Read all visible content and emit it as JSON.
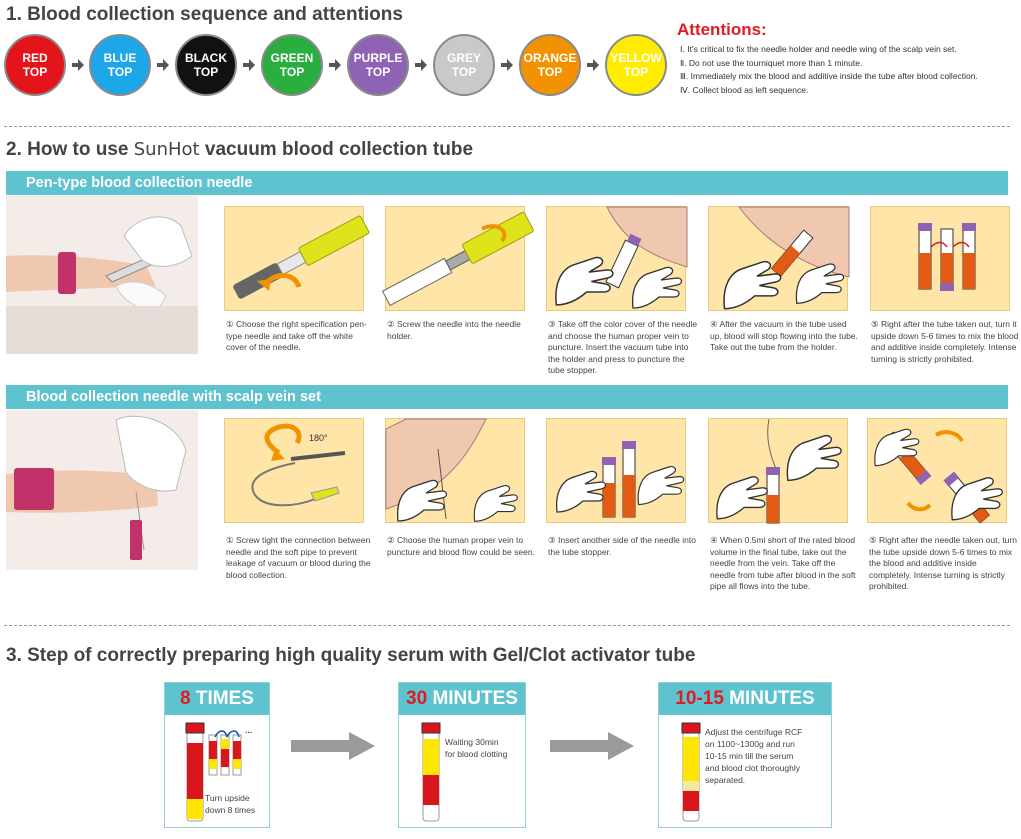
{
  "section1": {
    "title": "1. Blood collection sequence and attentions"
  },
  "tubes": [
    {
      "line1": "RED",
      "line2": "TOP",
      "color": "#e4141b",
      "text_color": "#ffffff"
    },
    {
      "line1": "BLUE",
      "line2": "TOP",
      "color": "#1ea7e8",
      "text_color": "#ffffff"
    },
    {
      "line1": "BLACK",
      "line2": "TOP",
      "color": "#111111",
      "text_color": "#ffffff"
    },
    {
      "line1": "GREEN",
      "line2": "TOP",
      "color": "#2aae3f",
      "text_color": "#ffffff"
    },
    {
      "line1": "PURPLE",
      "line2": "TOP",
      "color": "#8e63b4",
      "text_color": "#ffffff"
    },
    {
      "line1": "GREY",
      "line2": "TOP",
      "color": "#c9c9c9",
      "text_color": "#ffffff"
    },
    {
      "line1": "ORANGE",
      "line2": "TOP",
      "color": "#f39200",
      "text_color": "#ffffff"
    },
    {
      "line1": "YELLOW",
      "line2": "TOP",
      "color": "#ffec00",
      "text_color": "#ffffff"
    }
  ],
  "attentions": {
    "title": "Attentions:",
    "items": [
      "Ⅰ. It's critical to fix the needle holder and needle wing of the scalp vein set.",
      "Ⅱ. Do not use the tourniquet more than 1 minute.",
      "Ⅲ. Immediately mix the blood and additive inside the tube after blood collection.",
      "Ⅳ. Collect blood as left sequence."
    ]
  },
  "section2": {
    "title_a": "2. How to use ",
    "brand": "SunHot",
    "title_b": " vacuum blood collection tube"
  },
  "pen": {
    "band": "Pen-type blood collection needle",
    "steps": [
      "① Choose the right specification pen-type needle and take off the white cover of the needle.",
      "② Screw the needle into the needle holder.",
      "③ Take off the color cover of the needle and choose the human proper vein to puncture. Insert the vacuum tube into the holder and press to puncture the tube stopper.",
      "④ After the vacuum in the tube used up, blood will stop flowing into the tube. Take out the tube from the holder.",
      "⑤ Right after the tube taken out, turn it upside down 5-6 times to mix the blood and additive inside completely. Intense turning is strictly prohibited."
    ]
  },
  "scalp": {
    "band": "Blood collection needle with scalp vein set",
    "rotation_label": "180°",
    "steps": [
      "① Screw tight the connection between needle and the soft pipe to prevent leakage of vacuum or blood during the blood collection.",
      "② Choose the human proper vein to puncture and blood flow could be seen.",
      "③ Insert another side of the needle into the tube stopper.",
      "④ When 0.5ml short of the rated blood volume in the final tube, take out the needle from the vein. Take off the needle from tube after blood in the soft pipe all flows into the tube.",
      "⑤ Right after the needle taken out, turn the tube upside down 5-6 times to mix the blood and additive inside completely. Intense turning is strictly prohibited."
    ]
  },
  "section3": {
    "title": "3. Step of correctly preparing high quality serum with Gel/Clot activator tube",
    "steps": [
      {
        "num": "8",
        "unit": " TIMES",
        "caption_1": "Turn upside",
        "caption_2": "down 8 times",
        "dots": "..."
      },
      {
        "num": "30",
        "unit": " MINUTES",
        "caption_1": "Waiting 30min",
        "caption_2": "for blood clotting"
      },
      {
        "num": "10-15",
        "unit": " MINUTES",
        "caption_1": "Adjust the centrifuge RCF",
        "caption_2": "on 1100~1300g and run",
        "caption_3": "10-15 min till the serum",
        "caption_4": "and blood clot thoroughly",
        "caption_5": "separated."
      }
    ]
  }
}
